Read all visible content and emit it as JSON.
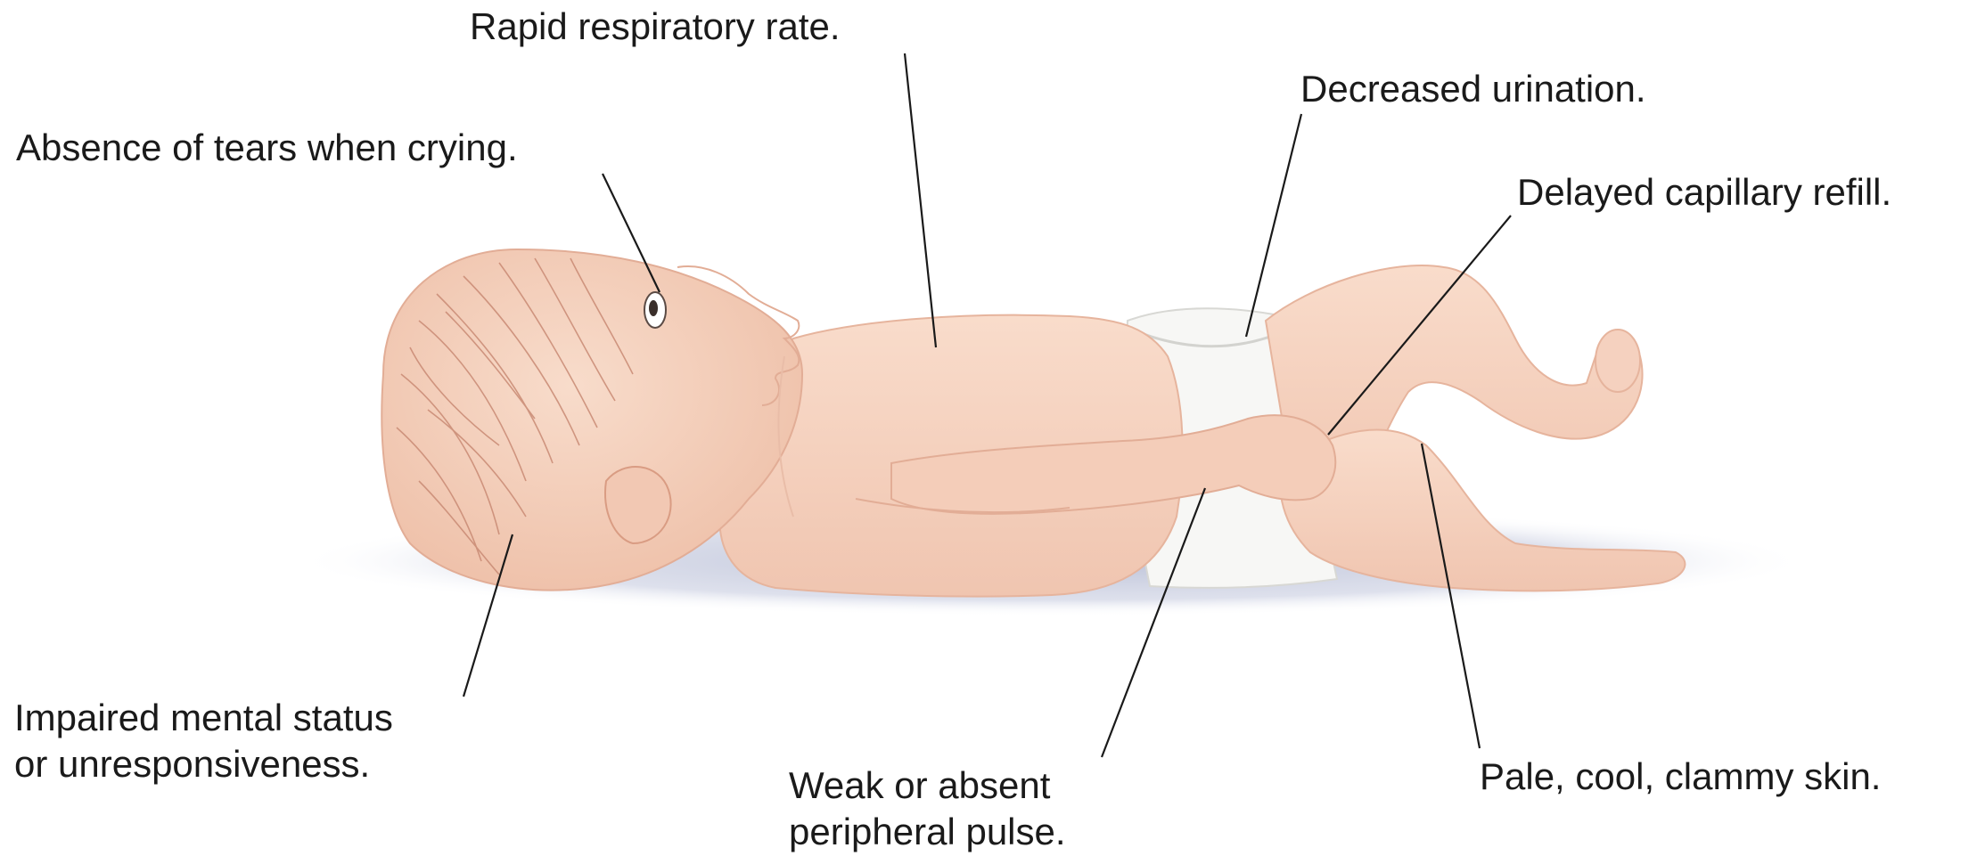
{
  "labels": {
    "respiratory": "Rapid respiratory rate.",
    "urination": "Decreased urination.",
    "tears": "Absence of tears when crying.",
    "capillary": "Delayed capillary refill.",
    "mental_line1": "Impaired mental status",
    "mental_line2": "or unresponsiveness.",
    "pulse_line1": "Weak or absent",
    "pulse_line2": "peripheral pulse.",
    "skin": "Pale, cool, clammy skin."
  },
  "colors": {
    "skin": "#f6d3c1",
    "skin_shade": "#e9b9a3",
    "diaper": "#f7f7f5",
    "shadow": "#c9cee0",
    "hair": "#c98a74",
    "leader_line": "#1a1a1a"
  }
}
